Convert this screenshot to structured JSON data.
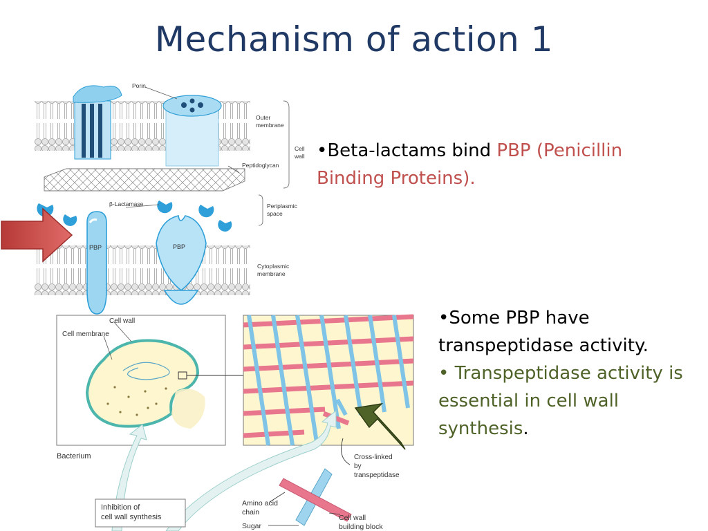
{
  "title": "Mechanism of action 1",
  "bullets": {
    "b1_marker": "•",
    "b1_text": "Beta-lactams bind ",
    "b1_red": "PBP (Penicillin Binding Proteins).",
    "b2_marker": "•",
    "b2_text": "Some PBP have transpeptidase activity.",
    "b3_marker": "• ",
    "b3_olive": "Transpeptidase activity is essential in cell wall synthesis",
    "b3_end": "."
  },
  "membrane_diagram": {
    "porin": "Porin",
    "outer_membrane_1": "Outer",
    "outer_membrane_2": "membrane",
    "cell_wall_1": "Cell",
    "cell_wall_2": "wall",
    "peptidoglycan": "Peptidoglycan",
    "beta_lactamase": "β-Lactamase",
    "periplasmic_1": "Periplasmic",
    "periplasmic_2": "space",
    "pbp_left": "PBP",
    "pbp_right": "PBP",
    "cytoplasmic_1": "Cytoplasmic",
    "cytoplasmic_2": "membrane"
  },
  "synthesis_diagram": {
    "cell_wall": "Cell wall",
    "cell_membrane": "Cell membrane",
    "bacterium": "Bacterium",
    "inhibition_1": "Inhibition of",
    "inhibition_2": "cell wall synthesis",
    "cross_linked_1": "Cross-linked",
    "cross_linked_2": "by",
    "cross_linked_3": "transpeptidase",
    "amino_acid_1": "Amino  acid",
    "amino_acid_2": "chain",
    "sugar": "Sugar",
    "building_block_1": "Cell wall",
    "building_block_2": "building block"
  },
  "colors": {
    "title": "#1f3864",
    "red_text": "#c0504d",
    "olive_text": "#4f6228",
    "pbp_blue": "#2e9fd8",
    "arrow_red": "#c0504d",
    "arrow_green": "#4f6228",
    "peptide_pink": "#e8768d"
  }
}
